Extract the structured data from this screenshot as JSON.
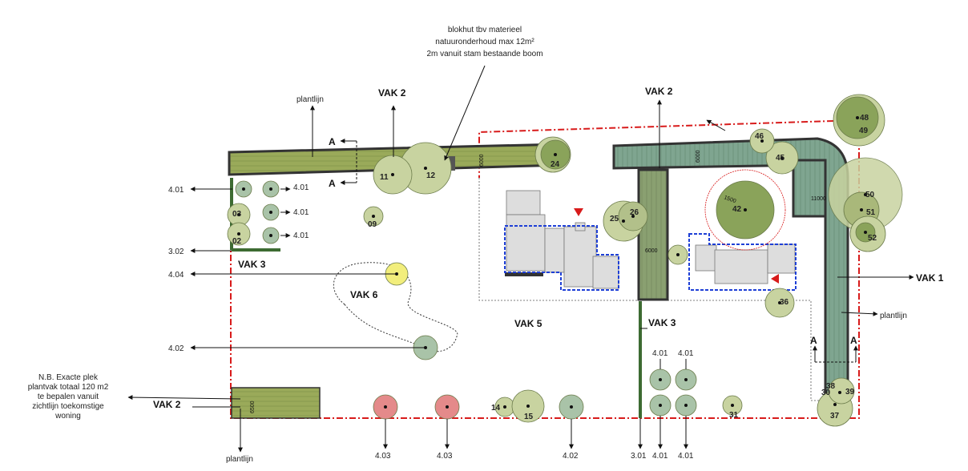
{
  "note_top": [
    "blokhut tbv materieel",
    "natuuronderhoud max 12m²",
    "2m vanuit stam bestaande boom"
  ],
  "note_left": [
    "N.B. Exacte plek",
    "plantvak totaal 120 m2",
    "te bepalen vanuit",
    "zichtlijn toekomstige",
    "woning"
  ],
  "vak_labels": {
    "vak2_top_left": "VAK 2",
    "vak2_top_right": "VAK 2",
    "vak3_left": "VAK 3",
    "vak3_mid": "VAK 3",
    "vak6": "VAK 6",
    "vak5": "VAK 5",
    "vak1": "VAK 1",
    "vak2_bottom": "VAK 2"
  },
  "plantlijn": {
    "top": "plantlijn",
    "right": "plantlijn",
    "bottom": "plantlijn"
  },
  "section_marks": {
    "a1": "A",
    "a2": "A",
    "a3": "A",
    "a4": "A"
  },
  "codes": {
    "c401_a": "4.01",
    "c401_b": "4.01",
    "c401_c": "4.01",
    "c401_d": "4.01",
    "c302": "3.02",
    "c404": "4.04",
    "c402_left": "4.02",
    "c403_a": "4.03",
    "c403_b": "4.03",
    "c402_bottom": "4.02",
    "c301": "3.01",
    "c401_e": "4.01",
    "c401_f": "4.01",
    "c401_g": "4.01",
    "c401_h": "4.01"
  },
  "dimensions": {
    "d6000_a": "6000",
    "d6000_b": "6000",
    "d6000_c": "6000",
    "d11000": "11000",
    "d6500": "6500",
    "d1500": "1500"
  },
  "trees": {
    "t03": "03",
    "t02": "02",
    "t09": "09",
    "t11": "11",
    "t12": "12",
    "t24": "24",
    "t25": "25",
    "t26": "26",
    "t42": "42",
    "t45": "45",
    "t46": "46",
    "t48": "48",
    "t49": "49",
    "t50": "50",
    "t51": "51",
    "t52": "52",
    "t36": "36",
    "t38": "38",
    "t30": "30",
    "t39": "39",
    "t37": "37",
    "t14": "14",
    "t15": "15",
    "t31": "31"
  },
  "colors": {
    "hedge": "#9aaa5a",
    "hedge_dark": "#5f8f6f",
    "tree_light": "#c8d3a0",
    "tree_dark": "#8aa35a",
    "tree_blue": "#a9c3a8",
    "red_tree": "#e48a8a",
    "yellow_tree": "#f2ee7c",
    "boundary": "#d81b1b",
    "building": "#dddddd"
  }
}
